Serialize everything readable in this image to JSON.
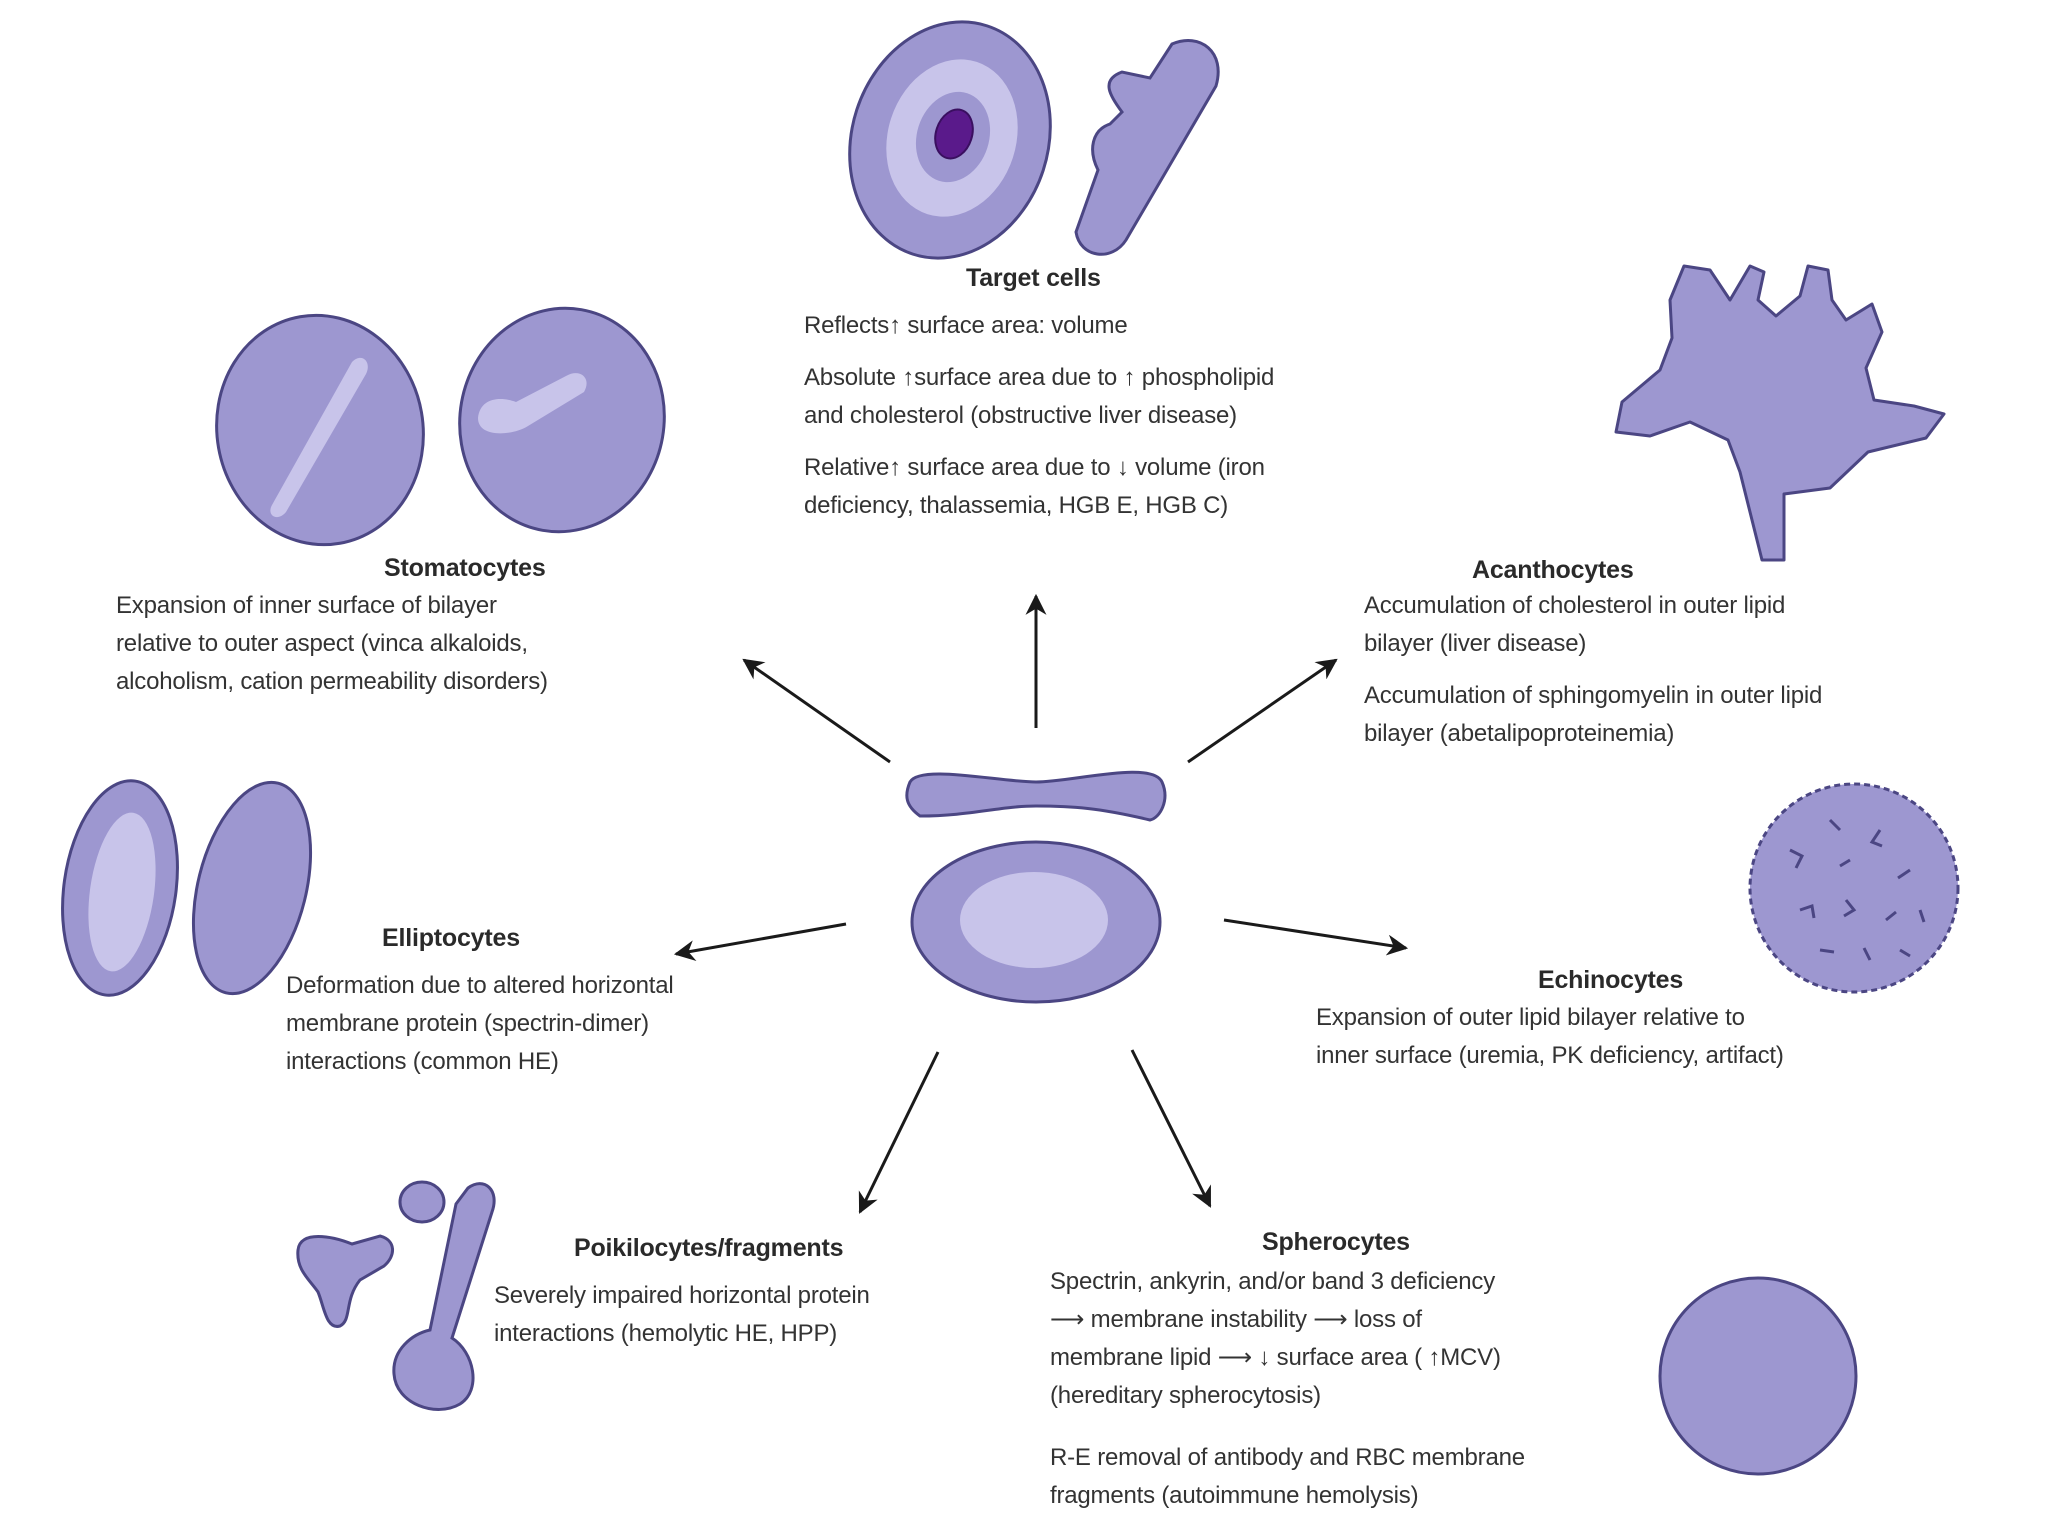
{
  "colors": {
    "cell_fill": "#9d97d0",
    "cell_stroke": "#4b4683",
    "cell_center": "#c8c4ea",
    "nucleus": "#5a1a8b",
    "arrow": "#1a1a1a"
  },
  "target_cells": {
    "title": "Target cells",
    "lines": [
      "Reflects↑ surface area: volume",
      "Absolute ↑surface area due to ↑ phospholipid\nand cholesterol (obstructive liver disease)",
      "Relative↑ surface area due to ↓ volume (iron\ndeficiency, thalassemia, HGB E, HGB C)"
    ]
  },
  "stomatocytes": {
    "title": "Stomatocytes",
    "text": "Expansion of inner surface of bilayer\nrelative to outer aspect (vinca alkaloids,\nalcoholism, cation permeability disorders)"
  },
  "acanthocytes": {
    "title": "Acanthocytes",
    "lines": [
      "Accumulation of cholesterol in outer lipid\nbilayer (liver disease)",
      "Accumulation of sphingomyelin in outer lipid\nbilayer (abetalipoproteinemia)"
    ]
  },
  "elliptocytes": {
    "title": "Elliptocytes",
    "text": "Deformation due to altered horizontal\nmembrane protein (spectrin-dimer)\ninteractions (common HE)"
  },
  "echinocytes": {
    "title": "Echinocytes",
    "text": "Expansion of outer lipid bilayer relative to\ninner surface (uremia, PK deficiency, artifact)"
  },
  "poikilocytes": {
    "title": "Poikilocytes/fragments",
    "text": "Severely impaired horizontal protein\ninteractions (hemolytic HE, HPP)"
  },
  "spherocytes": {
    "title": "Spherocytes",
    "lines": [
      "Spectrin, ankyrin, and/or band 3 deficiency\n⟶ membrane instability ⟶ loss of\nmembrane lipid ⟶ ↓ surface area ( ↑MCV)\n(hereditary spherocytosis)",
      "R-E removal of antibody and RBC membrane\nfragments (autoimmune hemolysis)"
    ]
  }
}
